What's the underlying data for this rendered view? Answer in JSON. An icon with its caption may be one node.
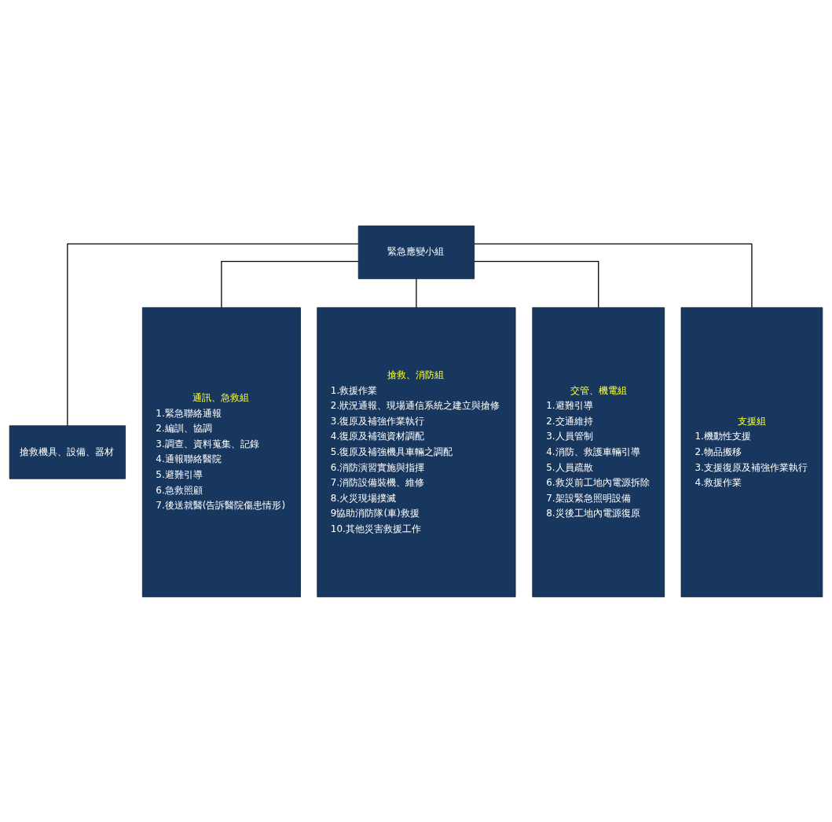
{
  "diagram": {
    "nodes": [
      {
        "text": [
          "緊急應變小組"
        ]
      },
      {
        "text": [
          "搶救機具、設備、器材"
        ]
      },
      {
        "text": [
          "通訊、急救組",
          "1.緊急聯絡通報",
          "2.編訓、協調",
          "3.調查、資料蒐集、記錄",
          "4.通報聯絡醫院",
          "5.避難引導",
          "6.急救照顧",
          "7.後送就醫(告訴醫院傷患情形)"
        ]
      },
      {
        "text": [
          "搶救、消防組",
          "1.救援作業",
          "2.狀況通報、現場通信系統之建立與搶修",
          "3.復原及補強作業執行",
          "4.復原及補強資材調配",
          "5.復原及補強機具車輛之調配",
          "6.消防演習實施與指揮",
          "7.消防設備裝機、維修",
          "8.火災現場撲滅",
          "9協助消防隊(車)救援",
          "10.其他災害救援工作"
        ]
      },
      {
        "text": [
          "交管、機電組",
          "1.避難引導",
          "2.交通維持",
          "3.人員管制",
          "4.消防、救護車輛引導",
          "5.人員疏散",
          "6.救災前工地內電源拆除",
          "7.架設緊急照明設備",
          "8.災後工地內電源復原"
        ]
      },
      {
        "text": [
          "支援組",
          "1.機動性支援",
          "2.物品搬移",
          "3.支援復原及補強作業執行",
          "4.救援作業"
        ]
      }
    ],
    "edges": [
      {
        "from": 0,
        "to": 1,
        "arrow": "none"
      },
      {
        "from": 0,
        "to": 2,
        "arrow": "none"
      },
      {
        "from": 0,
        "to": 3,
        "arrow": "none"
      },
      {
        "from": 0,
        "to": 4,
        "arrow": "none"
      },
      {
        "from": 0,
        "to": 5,
        "arrow": "none"
      }
    ]
  }
}
